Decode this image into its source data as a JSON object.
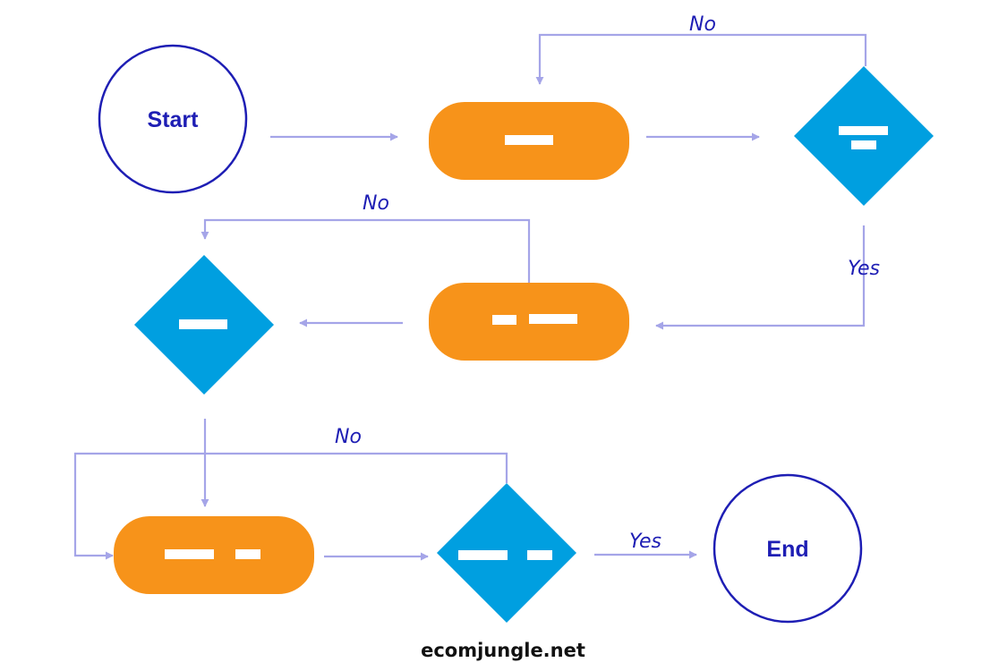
{
  "colors": {
    "process_fill": "#F7931A",
    "decision_fill": "#009FE0",
    "terminal_stroke": "#1E1EB4",
    "arrow": "#A5A5E8",
    "edge_text": "#1E1EB4",
    "placeholder_bar": "#FFFFFF"
  },
  "nodes": {
    "start": {
      "label": "Start"
    },
    "end": {
      "label": "End"
    }
  },
  "edges": {
    "loop_top_label": "No",
    "loop_mid_label": "No",
    "loop_bottom_label": "No",
    "right_yes_label": "Yes",
    "end_yes_label": "Yes"
  },
  "footer": {
    "brand": "ecomjungle.net"
  }
}
